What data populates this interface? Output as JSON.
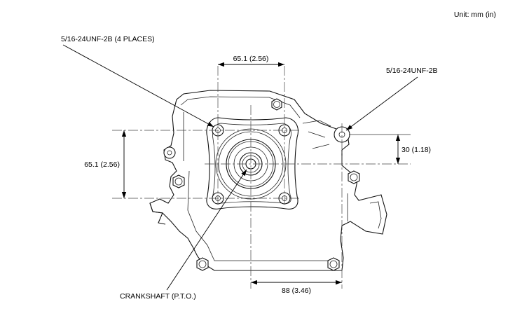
{
  "unit_note": "Unit: mm (in)",
  "callouts": {
    "bolt_holes_4": "5/16-24UNF-2B (4 PLACES)",
    "bolt_hole_single": "5/16-24UNF-2B",
    "crankshaft": "CRANKSHAFT (P.T.O.)"
  },
  "dimensions": {
    "hole_spacing_horizontal": "65.1 (2.56)",
    "hole_spacing_vertical": "65.1 (2.56)",
    "offset_vertical": "30 (1.18)",
    "offset_horizontal": "88 (3.46)"
  },
  "colors": {
    "ink": "#111111",
    "background": "#ffffff"
  }
}
